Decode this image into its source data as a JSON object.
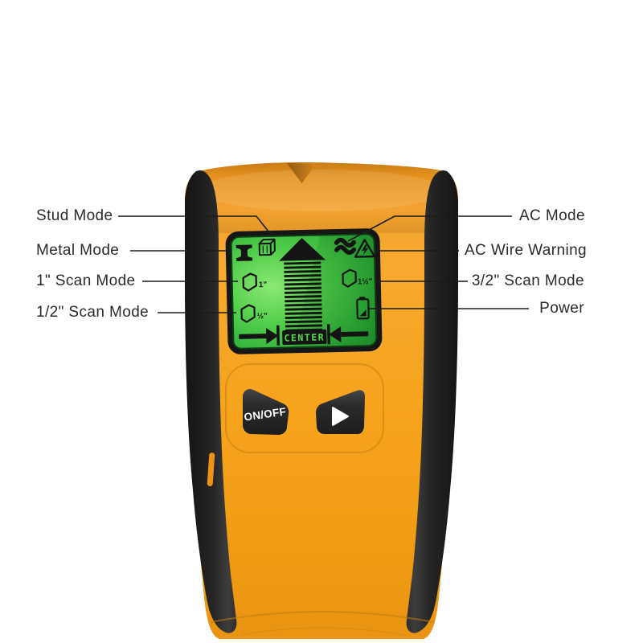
{
  "page": {
    "background": "#ffffff"
  },
  "callouts": {
    "left": [
      {
        "label": "Stud Mode"
      },
      {
        "label": "Metal Mode"
      },
      {
        "label": "1\" Scan Mode"
      },
      {
        "label": "1/2\" Scan Mode"
      }
    ],
    "right": [
      {
        "label": "AC Mode"
      },
      {
        "label": "AC Wire Warning"
      },
      {
        "label": "3/2\" Scan Mode"
      },
      {
        "label": "Power"
      }
    ]
  },
  "device": {
    "type": "stud-finder-wall-scanner",
    "colors": {
      "body_orange": "#F5A01C",
      "grip_black": "#262626",
      "screen_green": "#43C144",
      "screen_frame": "#161616",
      "icon_black": "#141414",
      "button_black": "#2D2D2D",
      "button_text": "#FFFFFF",
      "center_text_green": "#54DC4D"
    },
    "screen": {
      "center_label": "CENTER",
      "scan_1_label": "1\"",
      "scan_1_5_label": "1½\"",
      "scan_half_label": "½\"",
      "icons": [
        "metal-mode-icon",
        "stud-mode-icon",
        "ac-mode-icon",
        "ac-wire-warning-icon",
        "scan-1in-page-icon",
        "scan-1-5in-page-icon",
        "scan-half-in-page-icon",
        "battery-icon",
        "center-up-arrow-icon",
        "right-arrow-icon",
        "left-arrow-icon"
      ]
    },
    "buttons": {
      "power_label": "ON/OFF",
      "scan_button_icon": "play-arrow-icon"
    }
  }
}
